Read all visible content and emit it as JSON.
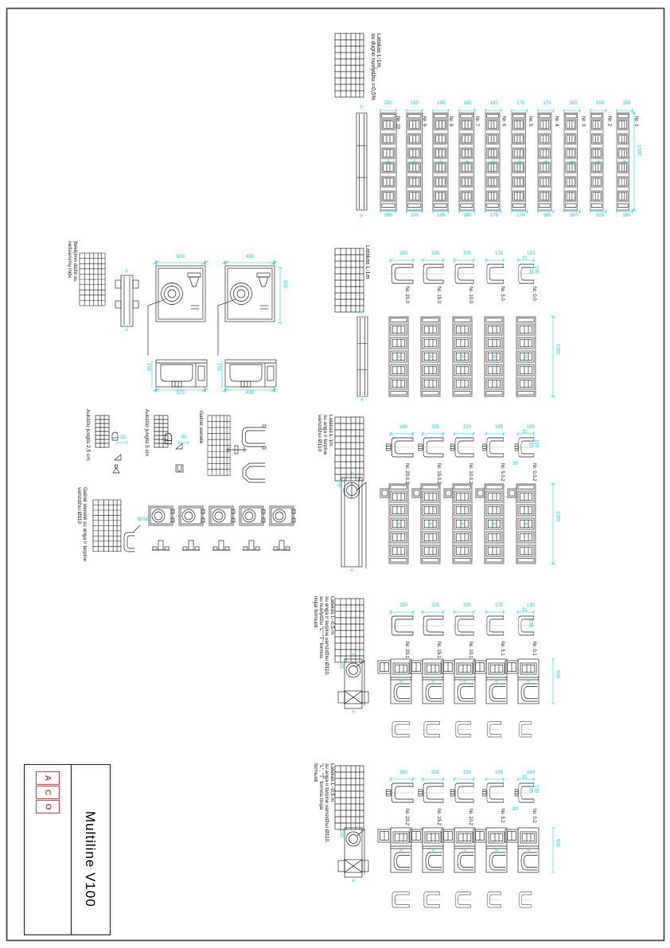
{
  "colors": {
    "dim_accent": "#00cfe0",
    "logo_red": "#e23b3b"
  },
  "title_block": {
    "logo": [
      "A",
      "C",
      "O"
    ],
    "product": "Multiline V100"
  },
  "g1": {
    "title1": "Latakas L-1m,",
    "title2": "su dugno nuolydžiu i=0,5%",
    "top_dims": [
      "200",
      "195",
      "190",
      "185",
      "180",
      "175",
      "170",
      "165",
      "160",
      "155"
    ],
    "bottom_dims": [
      "195",
      "190",
      "185",
      "180",
      "175",
      "170",
      "165",
      "160",
      "155",
      "150"
    ],
    "labels": [
      "Nr. 10",
      "Nr. 9",
      "Nr. 8",
      "Nr. 7",
      "Nr. 6",
      "Nr. 5",
      "Nr. 4",
      "Nr. 3",
      "Nr. 2",
      "Nr. 1"
    ],
    "length_dim": "1000"
  },
  "g2": {
    "title": "Latakas L-1m",
    "dims": [
      "250",
      "225",
      "200",
      "175",
      "150"
    ],
    "labels": [
      "Nr. 20.0",
      "Nr. 15.0",
      "Nr. 10.0",
      "Nr. 5.0",
      "Nr. 0.0"
    ],
    "d21": "21",
    "d135": "135",
    "d100": "100",
    "length_dim": "1000"
  },
  "g3": {
    "title1": "Latakas L-1m",
    "title2": "su anga ir tarpine",
    "title3": "vamzdžiui Ø110",
    "dims": [
      "260",
      "235",
      "210",
      "185",
      "160"
    ],
    "labels": [
      "Nr. 20.0.2",
      "Nr. 15.0.2",
      "Nr. 10.0.2",
      "Nr. 5.0.2",
      "Nr. 0.0.2"
    ],
    "d21": "21",
    "d135": "135",
    "d100": "100",
    "d30": "30",
    "hole_dim": "100",
    "length_dim": "1000"
  },
  "g4": {
    "title1": "Latakas L~0,5 m",
    "title2": "su anga ir tarpine vamzdžiui Ø110,",
    "title3": "su nuolydžiu \"L\" \"T\" formos",
    "title4": "linijai formuoti",
    "dims": [
      "250",
      "225",
      "200",
      "175",
      "150"
    ],
    "labels": [
      "Nr. 20.1",
      "Nr. 15.1",
      "Nr. 10.1",
      "Nr. 5.1",
      "Nr. 0.1"
    ],
    "d21": "21",
    "d135": "135",
    "hole_dim": "100",
    "length_dim": "500"
  },
  "g5": {
    "title1": "Latakas L~0,5 m",
    "title2": "su anga ir tarpine vamzdžiui Ø110,",
    "title3": "\"L\", \"T\" formos linijai",
    "title4": "formuoti",
    "dims": [
      "260",
      "235",
      "210",
      "185",
      "160"
    ],
    "labels": [
      "Nr. 20.2",
      "Nr. 15.2",
      "Nr. 10.2",
      "Nr. 5.2",
      "Nr. 0.2"
    ],
    "d21": "21",
    "d135": "135",
    "d100": "100",
    "d30": "30",
    "hole_dim": "100",
    "length_dim": "500"
  },
  "inlet": {
    "title1": "Įtekėjimo dėžė su",
    "title2": "nešvarumų indu",
    "plan_dim1": "600",
    "plan_dim2": "450",
    "height_dim": "500",
    "side_dim1": "570",
    "side_dim2": "430",
    "depth_dim1": "150",
    "depth_dim2": "150"
  },
  "joint25": {
    "title": "Aukščio jungtis 2,5 cm",
    "dim": "25"
  },
  "joint5": {
    "title": "Aukščio jungtis 5 cm",
    "dim": "50"
  },
  "endwall": {
    "title": "Galinė sienelė"
  },
  "endwall_hole": {
    "title1": "Galinė sienelė su anga ir tarpine",
    "title2": "vamzdžiui Ø110",
    "pipe_dim": "Ø110"
  }
}
